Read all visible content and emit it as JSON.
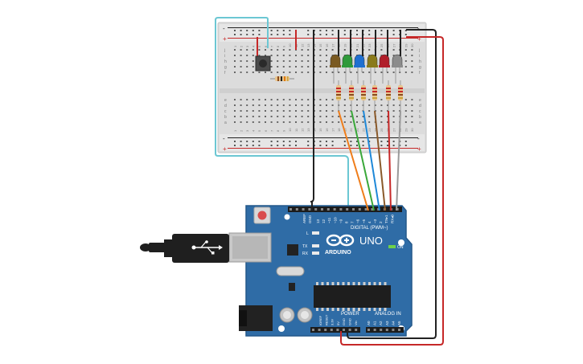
{
  "board": {
    "brand": "ARDUINO",
    "model": "UNO",
    "digital_label": "DIGITAL (PWM~)",
    "power_label": "POWER",
    "analog_label": "ANALOG IN",
    "on_label": "ON",
    "led_l": "L",
    "led_tx": "TX",
    "led_rx": "RX",
    "aref": "AREF",
    "gnd": "GND",
    "digital_pins": [
      "13",
      "12",
      "~11",
      "~10",
      "~9",
      "8",
      "7",
      "~6",
      "~5",
      "4",
      "~3",
      "2",
      "TX▸1",
      "RX◂0"
    ],
    "power_pins": [
      "IOREF",
      "RESET",
      "3.3V",
      "5V",
      "GND",
      "GND",
      "Vin"
    ],
    "analog_pins": [
      "A0",
      "A1",
      "A2",
      "A3",
      "A4",
      "A5"
    ]
  },
  "breadboard": {
    "rail_plus": "+",
    "rail_minus": "-",
    "rows_top": [
      "j",
      "i",
      "h",
      "g",
      "f"
    ],
    "rows_bottom": [
      "e",
      "d",
      "c",
      "b",
      "a"
    ],
    "col_numbers": [
      "1",
      "2",
      "3",
      "4",
      "5",
      "6",
      "7",
      "8",
      "9",
      "10",
      "11",
      "12",
      "13",
      "14",
      "15",
      "16",
      "17",
      "18",
      "19",
      "20",
      "21",
      "22",
      "23",
      "24",
      "25",
      "26",
      "27",
      "28",
      "29",
      "30"
    ]
  },
  "colors": {
    "board": "#2f6ca6",
    "board_edge": "#24588a",
    "breadboard": "#dcdcdc",
    "wire_red": "#c62828",
    "wire_black": "#222222",
    "wire_cyan": "#6cc7d3",
    "wire_orange": "#ef7d1a",
    "wire_green": "#3aa83a",
    "wire_blue": "#1e88d8",
    "wire_brown": "#8a5a2b",
    "wire_gray": "#9a9a9a"
  },
  "leds": [
    "brown",
    "green",
    "blue",
    "olive",
    "red",
    "gray"
  ]
}
